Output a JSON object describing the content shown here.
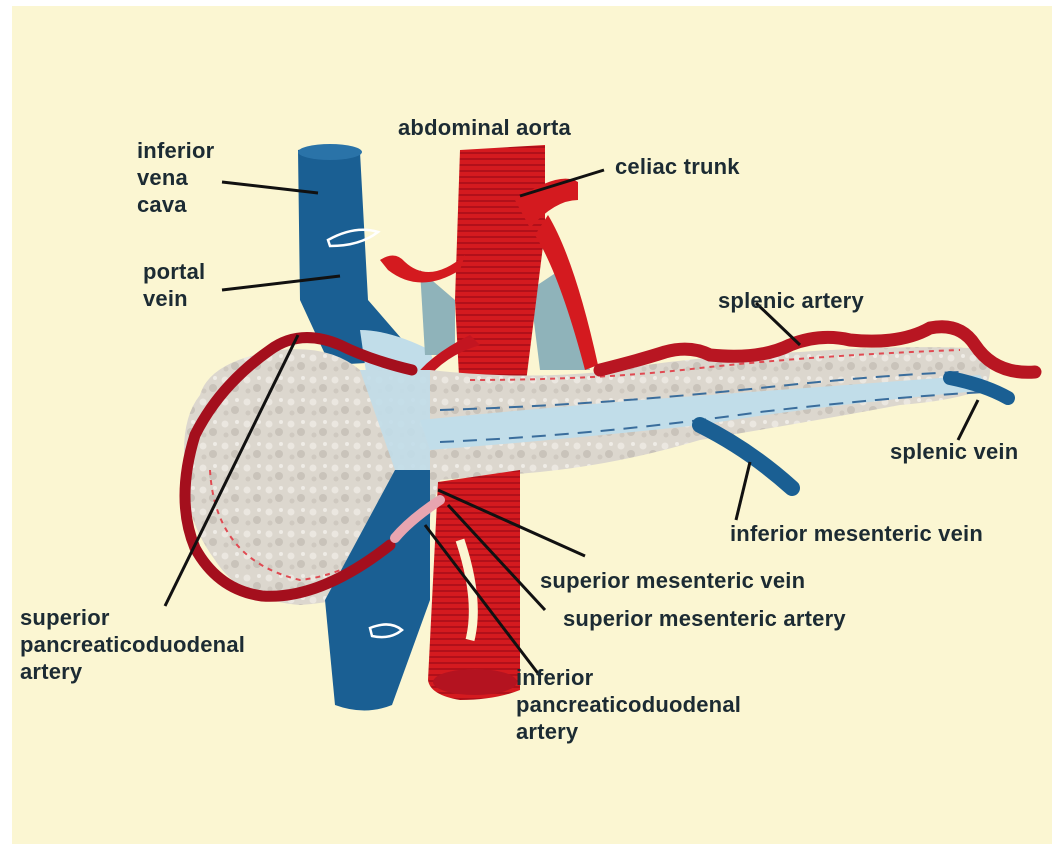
{
  "colors": {
    "background": "#fbf6d2",
    "artery_red": "#d7121b",
    "artery_dark": "#9c0f1c",
    "vein_blue": "#1a5f93",
    "vein_light": "#bcdbe8",
    "pancreas": "#ddd8d0",
    "label_text": "#1c2b33"
  },
  "labels": {
    "abdominal_aorta": "abdominal aorta",
    "celiac_trunk": "celiac trunk",
    "inferior_vena_cava": [
      "inferior",
      "vena",
      "cava"
    ],
    "portal_vein": [
      "portal",
      "vein"
    ],
    "splenic_artery": "splenic artery",
    "splenic_vein": "splenic vein",
    "inferior_mesenteric_vein": "inferior mesenteric vein",
    "superior_mesenteric_vein": "superior mesenteric vein",
    "superior_mesenteric_artery": "superior mesenteric artery",
    "superior_pancreaticoduodenal_artery": [
      "superior",
      "pancreaticoduodenal",
      "artery"
    ],
    "inferior_pancreaticoduodenal_artery": [
      "inferior",
      "pancreaticoduodenal",
      "artery"
    ]
  }
}
